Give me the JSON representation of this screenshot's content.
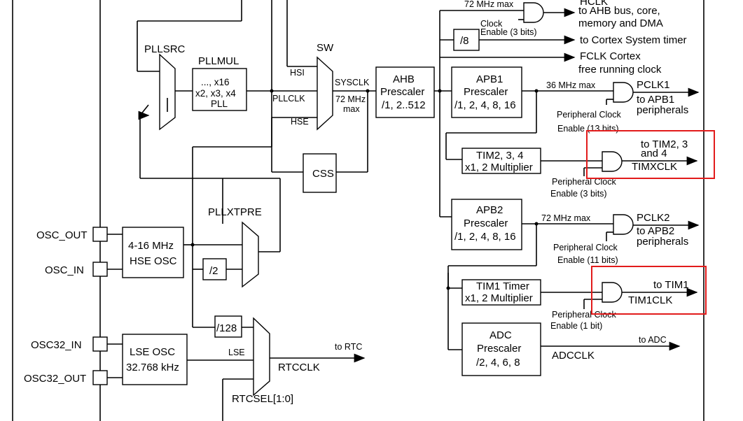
{
  "labels": {
    "top_72mhz": "72 MHz max",
    "ahb_out_1": "HCLK",
    "ahb_out_2": "to AHB bus, core,",
    "ahb_out_3": "memory and DMA",
    "clock_enable_1": "Clock",
    "clock_enable_2": "Enable (3 bits)",
    "div8": "/8",
    "cortex_timer": "to Cortex System timer",
    "fclk_1": "FCLK Cortex",
    "fclk_2": "free running clock",
    "pllsrc": "PLLSRC",
    "pllmul": "PLLMUL",
    "pll_1": "..., x16",
    "pll_2": "x2, x3, x4",
    "pll_3": "PLL",
    "sw": "SW",
    "hsi": "HSI",
    "pllclk": "PLLCLK",
    "hse": "HSE",
    "sysclk": "SYSCLK",
    "sys_72_1": "72 MHz",
    "sys_72_2": "max",
    "ahb_1": "AHB",
    "ahb_2": "Prescaler",
    "ahb_3": "/1, 2..512",
    "apb1_1": "APB1",
    "apb1_2": "Prescaler",
    "apb1_3": "/1, 2, 4, 8, 16",
    "apb1_36": "36 MHz max",
    "pclk1_1": "PCLK1",
    "pclk1_2": "to APB1",
    "pclk1_3": "peripherals",
    "pclk1_en_1": "Peripheral Clock",
    "pclk1_en_2": "Enable (13 bits)",
    "tim234_1": "TIM2, 3, 4",
    "tim234_2": "x1, 2 Multiplier",
    "tim234_out_1": "to TIM2, 3",
    "tim234_out_2": "and 4",
    "timxclk": "TIMXCLK",
    "timx_en_1": "Peripheral Clock",
    "timx_en_2": "Enable (3 bits)",
    "css": "CSS",
    "pllxtpre": "PLLXTPRE",
    "osc_out": "OSC_OUT",
    "osc_in": "OSC_IN",
    "hseosc_1": "4-16 MHz",
    "hseosc_2": "HSE OSC",
    "div2": "/2",
    "apb2_1": "APB2",
    "apb2_2": "Prescaler",
    "apb2_3": "/1, 2, 4, 8, 16",
    "apb2_72": "72 MHz max",
    "pclk2_1": "PCLK2",
    "pclk2_2": "to APB2",
    "pclk2_3": "peripherals",
    "pclk2_en_1": "Peripheral Clock",
    "pclk2_en_2": "Enable (11 bits)",
    "tim1_1": "TIM1 Timer",
    "tim1_2": "x1, 2 Multiplier",
    "tim1_out": "to TIM1",
    "tim1clk": "TIM1CLK",
    "tim1_en_1": "Peripheral Clock",
    "tim1_en_2": "Enable (1 bit)",
    "div128": "/128",
    "osc32_in": "OSC32_IN",
    "osc32_out": "OSC32_OUT",
    "lse_1": "LSE OSC",
    "lse_2": "32.768 kHz",
    "lse": "LSE",
    "to_rtc": "to RTC",
    "rtcclk": "RTCCLK",
    "rtcsel": "RTCSEL[1:0]",
    "adc_1": "ADC",
    "adc_2": "Prescaler",
    "adc_3": "/2, 4, 6, 8",
    "to_adc": "to ADC",
    "adcclk": "ADCCLK"
  },
  "colors": {
    "line": "#000000",
    "highlight": "#e21b1b",
    "background": "#ffffff"
  }
}
